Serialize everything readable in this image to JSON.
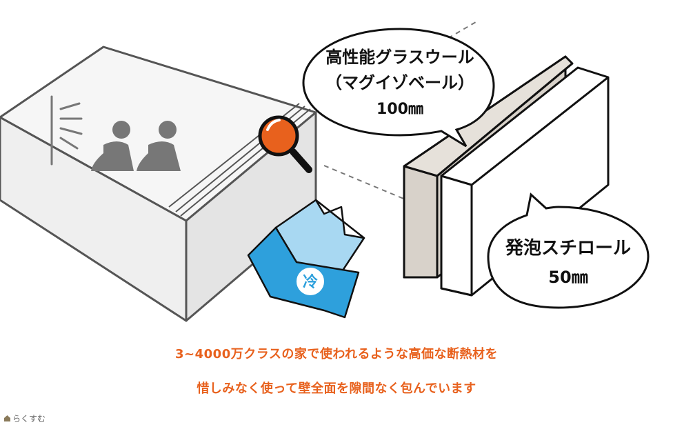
{
  "bubble_top": {
    "line1": "高性能グラスウール",
    "line2": "（マグイゾベール）",
    "line3": "100㎜"
  },
  "bubble_bottom": {
    "line1": "発泡スチロール",
    "line2": "50㎜"
  },
  "cold_badge": "冷",
  "caption": {
    "line1": "3~4000万クラスの家で使われるような高価な断熱材を",
    "line2": "惜しみなく使って壁全面を隙間なく包んでいます"
  },
  "logo_text": "らくすむ",
  "colors": {
    "accent": "#e8611d",
    "magnifier": "#e8611d",
    "cold_blue": "#2ea0dc",
    "cold_light": "#a8d8f2",
    "panel_beige": "#d8d2ca"
  }
}
